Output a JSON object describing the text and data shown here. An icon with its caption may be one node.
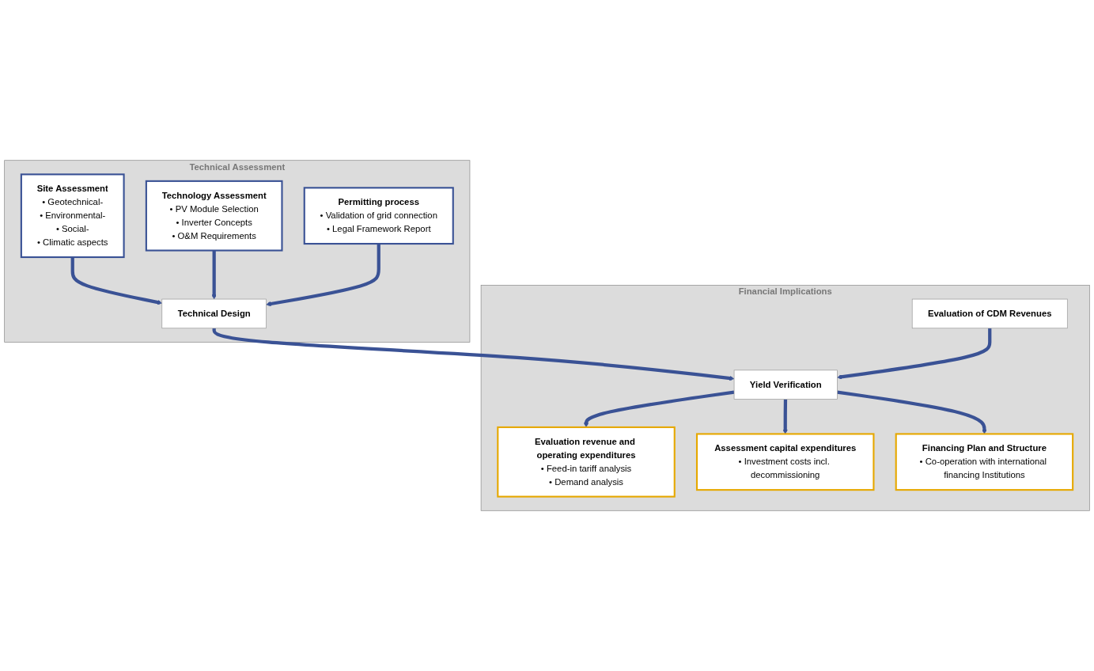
{
  "diagram": {
    "nodes": [
      {
        "text": [
          "Technical Assessment"
        ]
      },
      {
        "text": [
          "Site Assessment",
          "• Geotechnical-",
          "• Environmental-",
          "• Social-",
          "• Climatic aspects"
        ],
        "in": 0
      },
      {
        "text": [
          "Technology Assessment",
          "• PV Module Selection",
          "• Inverter Concepts",
          "• O&M Requirements"
        ],
        "in": 0
      },
      {
        "text": [
          "Permitting process",
          "• Validation of grid connection",
          "• Legal Framework Report"
        ],
        "in": 0
      },
      {
        "text": [
          "Technical Design"
        ],
        "in": 0
      },
      {
        "text": [
          "Financial Implications"
        ]
      },
      {
        "text": [
          "Yield Verification"
        ],
        "in": 5
      },
      {
        "text": [
          "Evaluation of CDM Revenues"
        ],
        "in": 5
      },
      {
        "text": [
          "Evaluation revenue and operating expenditures",
          "• Feed-in tariff analysis",
          "• Demand analysis"
        ],
        "in": 5
      },
      {
        "text": [
          "Assessment capital expenditures",
          "• Investment costs incl. decommissioning"
        ],
        "in": 5
      },
      {
        "text": [
          "Financing Plan and Structure",
          "• Co-operation with international financing Institutions"
        ],
        "in": 5
      }
    ],
    "edges": [
      {
        "from": 1,
        "to": 4,
        "arrow": "to"
      },
      {
        "from": 2,
        "to": 4,
        "arrow": "to"
      },
      {
        "from": 3,
        "to": 4,
        "arrow": "to"
      },
      {
        "from": 4,
        "to": 6,
        "arrow": "to"
      },
      {
        "from": 7,
        "to": 6,
        "arrow": "to"
      },
      {
        "from": 6,
        "to": 8,
        "arrow": "to"
      },
      {
        "from": 6,
        "to": 9,
        "arrow": "to"
      },
      {
        "from": 6,
        "to": 10,
        "arrow": "to"
      }
    ]
  }
}
